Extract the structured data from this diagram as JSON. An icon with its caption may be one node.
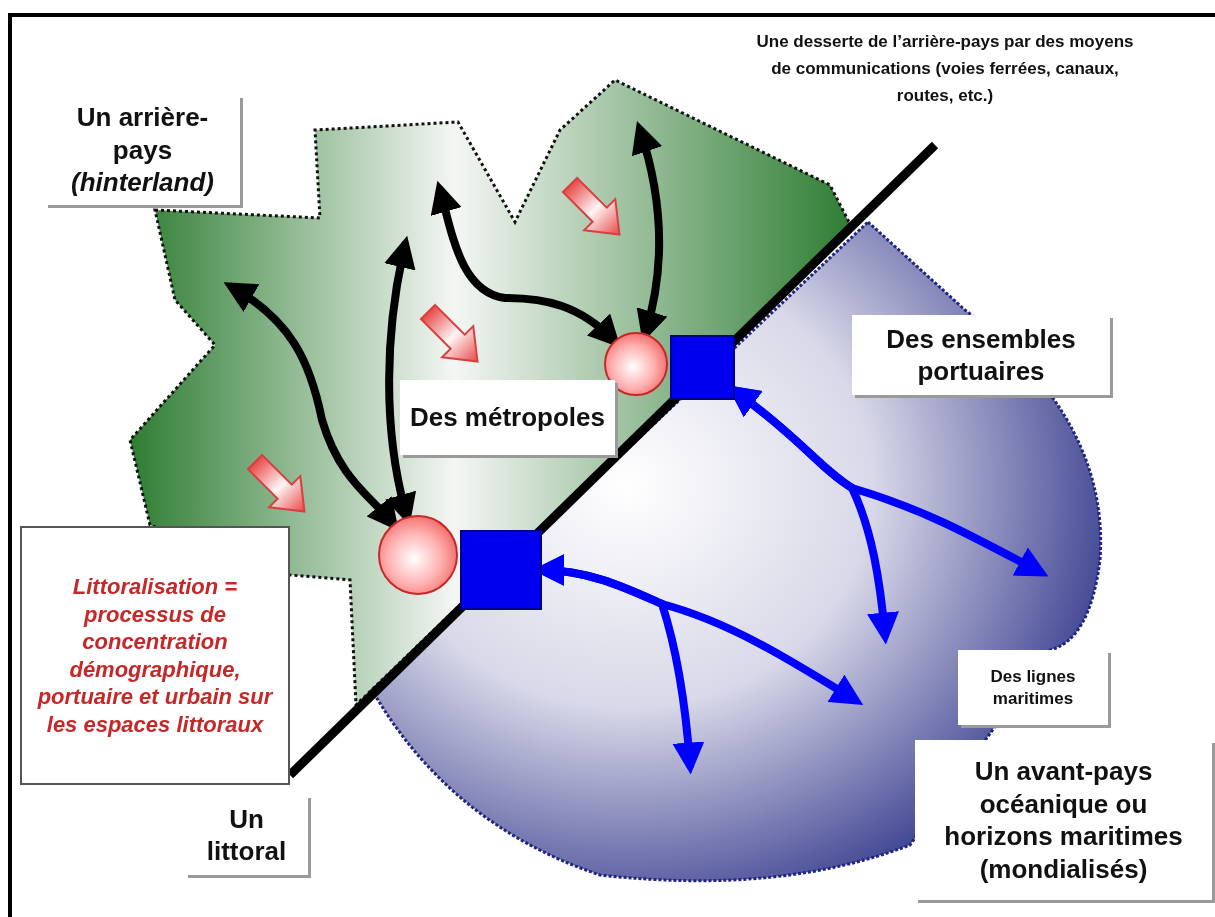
{
  "diagram": {
    "nodes": [
      {
        "text": [
          "Un arrière-pays *(hinterland)*"
        ]
      },
      {
        "text": [
          "Des ensembles portuaires"
        ]
      },
      {
        "text": [],
        "shape": "circle"
      },
      {
        "text": [],
        "shape": "box"
      },
      {
        "text": [
          "Des métropoles"
        ]
      },
      {
        "text": [
          "Littoralisation = processus de concentration démographique, portuaire et urbain sur les espaces littoraux"
        ]
      },
      {
        "text": [],
        "shape": "circle"
      },
      {
        "text": [],
        "shape": "box"
      },
      {
        "text": [
          "Des lignes maritimes"
        ]
      },
      {
        "text": [
          "Un littoral"
        ]
      },
      {
        "text": [
          "Un avant-pays océanique ou horizons maritimes (mondialisés)"
        ]
      }
    ],
    "edges": [
      {
        "from": 6,
        "to": null,
        "arrow": "both",
        "color": "#000000"
      },
      {
        "from": 6,
        "to": null,
        "arrow": "both",
        "color": "#000000"
      },
      {
        "from": 2,
        "to": null,
        "arrow": "both",
        "color": "#000000"
      },
      {
        "from": 2,
        "to": null,
        "arrow": "both",
        "color": "#000000"
      },
      {
        "from": 3,
        "to": null,
        "arrow": "both",
        "color": "#0000ff"
      },
      {
        "from": 3,
        "to": null,
        "arrow": "both",
        "color": "#0000ff"
      },
      {
        "from": 7,
        "to": null,
        "arrow": "both",
        "color": "#0000ff"
      },
      {
        "from": 7,
        "to": null,
        "arrow": "both",
        "color": "#0000ff"
      }
    ],
    "labels": [
      "Une desserte de l’arrière-pays par des moyens de communications (voies ferrées, canaux, routes, etc.)"
    ]
  }
}
